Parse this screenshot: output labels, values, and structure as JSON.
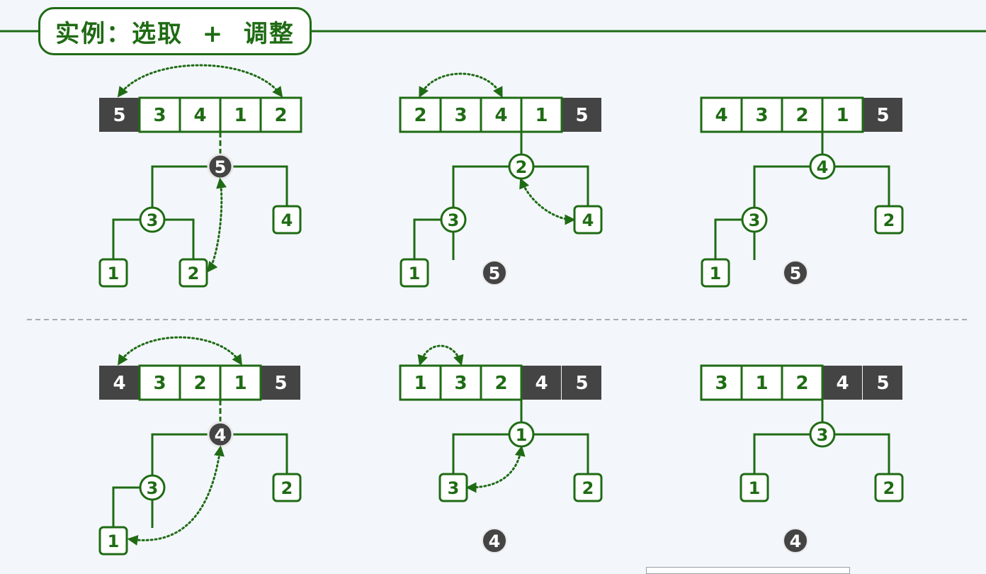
{
  "title": "实例：选取  +  调整",
  "colors": {
    "green": "#1f6b14",
    "dark": "#444444",
    "background": "#f3f7fb",
    "divider": "#8d9399"
  },
  "panels": [
    {
      "id": "row1-col1",
      "array": [
        {
          "value": "5",
          "state": "selected"
        },
        {
          "value": "3",
          "state": "active"
        },
        {
          "value": "4",
          "state": "active"
        },
        {
          "value": "1",
          "state": "active"
        },
        {
          "value": "2",
          "state": "active"
        }
      ],
      "swap_arrow": "between first and last active",
      "tree": {
        "root": {
          "value": "5",
          "state": "selected"
        },
        "left": {
          "value": "3",
          "state": "active"
        },
        "right": {
          "value": "4",
          "state": "active"
        },
        "left_left": {
          "value": "1",
          "state": "active"
        },
        "left_right": {
          "value": "2",
          "state": "active"
        },
        "swap_arrow": "root to left_right",
        "detached": null
      }
    },
    {
      "id": "row1-col2",
      "array": [
        {
          "value": "2",
          "state": "active"
        },
        {
          "value": "3",
          "state": "active"
        },
        {
          "value": "4",
          "state": "active"
        },
        {
          "value": "1",
          "state": "active"
        },
        {
          "value": "5",
          "state": "sorted"
        }
      ],
      "swap_arrow": "between first and third",
      "tree": {
        "root": {
          "value": "2",
          "state": "active"
        },
        "left": {
          "value": "3",
          "state": "active"
        },
        "right": {
          "value": "4",
          "state": "active"
        },
        "left_left": {
          "value": "1",
          "state": "active"
        },
        "left_right": null,
        "swap_arrow": "root to right",
        "detached": "5"
      }
    },
    {
      "id": "row1-col3",
      "array": [
        {
          "value": "4",
          "state": "active"
        },
        {
          "value": "3",
          "state": "active"
        },
        {
          "value": "2",
          "state": "active"
        },
        {
          "value": "1",
          "state": "active"
        },
        {
          "value": "5",
          "state": "sorted"
        }
      ],
      "swap_arrow": null,
      "tree": {
        "root": {
          "value": "4",
          "state": "active"
        },
        "left": {
          "value": "3",
          "state": "active"
        },
        "right": {
          "value": "2",
          "state": "active"
        },
        "left_left": {
          "value": "1",
          "state": "active"
        },
        "left_right": null,
        "swap_arrow": null,
        "detached": "5"
      }
    },
    {
      "id": "row2-col1",
      "array": [
        {
          "value": "4",
          "state": "selected"
        },
        {
          "value": "3",
          "state": "active"
        },
        {
          "value": "2",
          "state": "active"
        },
        {
          "value": "1",
          "state": "active"
        },
        {
          "value": "5",
          "state": "sorted"
        }
      ],
      "swap_arrow": "between first and last active",
      "tree": {
        "root": {
          "value": "4",
          "state": "selected"
        },
        "left": {
          "value": "3",
          "state": "active"
        },
        "right": {
          "value": "2",
          "state": "active"
        },
        "left_left": {
          "value": "1",
          "state": "active"
        },
        "left_right": null,
        "swap_arrow": "root to left_left",
        "detached": null
      }
    },
    {
      "id": "row2-col2",
      "array": [
        {
          "value": "1",
          "state": "active"
        },
        {
          "value": "3",
          "state": "active"
        },
        {
          "value": "2",
          "state": "active"
        },
        {
          "value": "4",
          "state": "sorted"
        },
        {
          "value": "5",
          "state": "sorted"
        }
      ],
      "swap_arrow": "between first and second",
      "tree": {
        "root": {
          "value": "1",
          "state": "active"
        },
        "left": {
          "value": "3",
          "state": "active"
        },
        "right": {
          "value": "2",
          "state": "active"
        },
        "left_left": null,
        "left_right": null,
        "swap_arrow": "root to left",
        "detached": "4"
      }
    },
    {
      "id": "row2-col3",
      "array": [
        {
          "value": "3",
          "state": "active"
        },
        {
          "value": "1",
          "state": "active"
        },
        {
          "value": "2",
          "state": "active"
        },
        {
          "value": "4",
          "state": "sorted"
        },
        {
          "value": "5",
          "state": "sorted"
        }
      ],
      "swap_arrow": null,
      "tree": {
        "root": {
          "value": "3",
          "state": "active"
        },
        "left": {
          "value": "1",
          "state": "active"
        },
        "right": {
          "value": "2",
          "state": "active"
        },
        "left_left": null,
        "left_right": null,
        "swap_arrow": null,
        "detached": "4"
      }
    }
  ]
}
